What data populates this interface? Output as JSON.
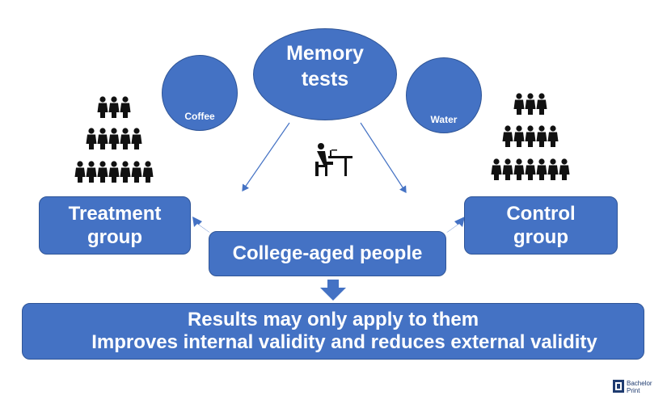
{
  "memory_tests": {
    "line1": "Memory",
    "line2": "tests"
  },
  "coffee": {
    "label": "Coffee"
  },
  "water": {
    "label": "Water"
  },
  "treatment": {
    "line1": "Treatment",
    "line2": "group"
  },
  "control": {
    "line1": "Control",
    "line2": "group"
  },
  "college": {
    "label": "College-aged people"
  },
  "results": {
    "line1": "Results may only apply to them",
    "line2": "Improves internal validity and reduces external validity"
  },
  "logo": {
    "line1": "Bachelor",
    "line2": "Print"
  },
  "colors": {
    "box_fill": "#4472c4",
    "box_border": "#2f5597",
    "people": "#111111"
  }
}
